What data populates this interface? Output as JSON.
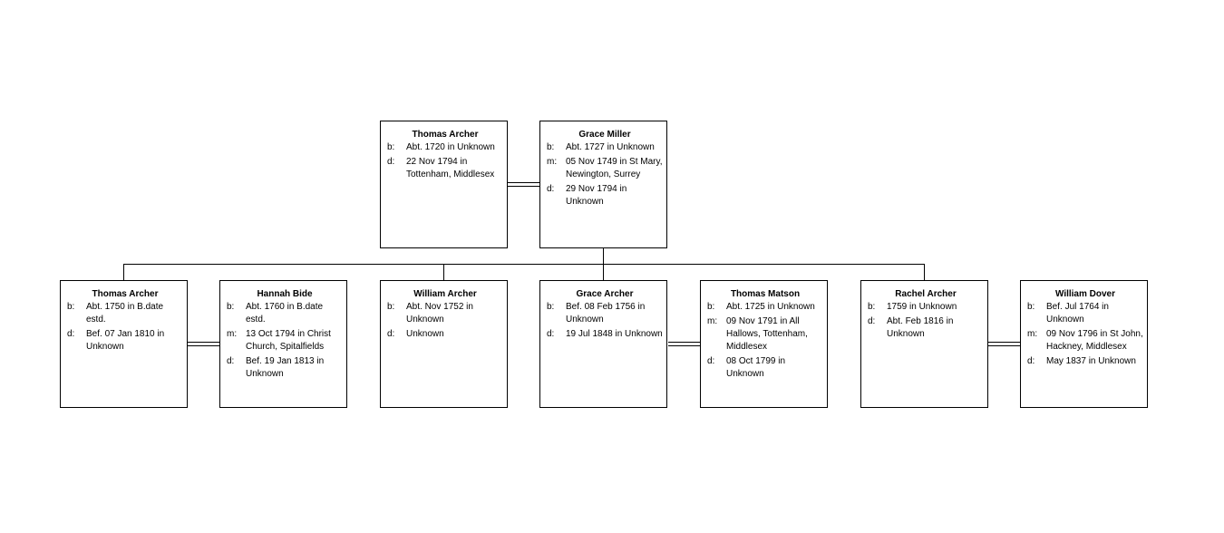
{
  "parents": [
    {
      "name": "Thomas Archer",
      "events": [
        {
          "label": "b:",
          "text": "Abt. 1720 in Unknown"
        },
        {
          "label": "d:",
          "text": "22 Nov 1794 in Tottenham, Middlesex"
        }
      ]
    },
    {
      "name": "Grace Miller",
      "events": [
        {
          "label": "b:",
          "text": "Abt. 1727 in Unknown"
        },
        {
          "label": "m:",
          "text": "05 Nov 1749 in St Mary, Newington, Surrey"
        },
        {
          "label": "d:",
          "text": "29 Nov 1794 in Unknown"
        }
      ]
    }
  ],
  "children": [
    {
      "name": "Thomas Archer",
      "events": [
        {
          "label": "b:",
          "text": "Abt. 1750 in B.date estd."
        },
        {
          "label": "d:",
          "text": "Bef. 07 Jan 1810 in Unknown"
        }
      ]
    },
    {
      "name": "Hannah Bide",
      "events": [
        {
          "label": "b:",
          "text": "Abt. 1760 in B.date estd."
        },
        {
          "label": "m:",
          "text": "13 Oct 1794 in Christ Church, Spitalfields"
        },
        {
          "label": "d:",
          "text": "Bef. 19 Jan 1813 in Unknown"
        }
      ]
    },
    {
      "name": "William Archer",
      "events": [
        {
          "label": "b:",
          "text": "Abt. Nov 1752 in Unknown"
        },
        {
          "label": "d:",
          "text": "Unknown"
        }
      ]
    },
    {
      "name": "Grace Archer",
      "events": [
        {
          "label": "b:",
          "text": "Bef. 08 Feb 1756 in Unknown"
        },
        {
          "label": "d:",
          "text": "19 Jul 1848 in Unknown"
        }
      ]
    },
    {
      "name": "Thomas Matson",
      "events": [
        {
          "label": "b:",
          "text": "Abt. 1725 in Unknown"
        },
        {
          "label": "m:",
          "text": "09 Nov 1791 in All Hallows, Tottenham, Middlesex"
        },
        {
          "label": "d:",
          "text": "08 Oct 1799 in Unknown"
        }
      ]
    },
    {
      "name": "Rachel Archer",
      "events": [
        {
          "label": "b:",
          "text": "1759 in Unknown"
        },
        {
          "label": "d:",
          "text": "Abt. Feb 1816 in Unknown"
        }
      ]
    },
    {
      "name": "William Dover",
      "events": [
        {
          "label": "b:",
          "text": "Bef. Jul 1764 in Unknown"
        },
        {
          "label": "m:",
          "text": "09 Nov 1796 in St John, Hackney, Middlesex"
        },
        {
          "label": "d:",
          "text": "May 1837 in Unknown"
        }
      ]
    }
  ]
}
